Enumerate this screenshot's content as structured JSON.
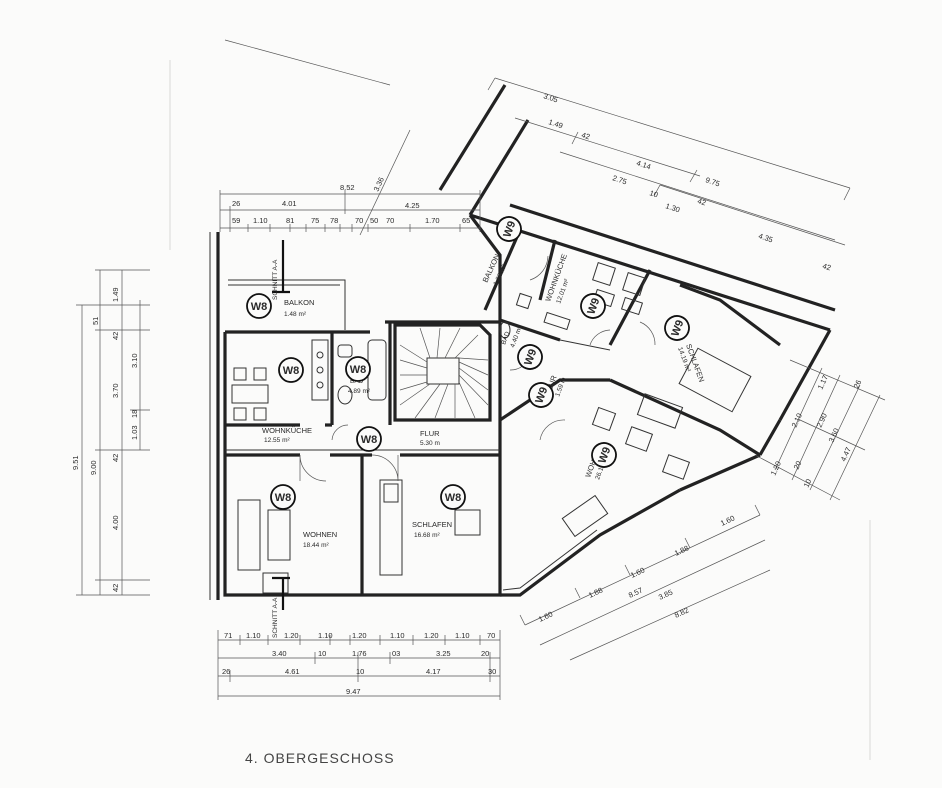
{
  "drawing": {
    "title": "4. OBERGESCHOSS",
    "section_label": "SCHNITT A-A"
  },
  "units": [
    {
      "label": "W8"
    },
    {
      "label": "W9"
    }
  ],
  "rooms_w8": [
    {
      "name": "BALKON",
      "area": "1.48 m²"
    },
    {
      "name": "WOHNKÜCHE",
      "area": "12.55 m²"
    },
    {
      "name": "BAD",
      "area": "4.89 m²"
    },
    {
      "name": "FLUR",
      "area": "5.30 m"
    },
    {
      "name": "WOHNEN",
      "area": "18.44 m²"
    },
    {
      "name": "SCHLAFEN",
      "area": "16.68 m²"
    }
  ],
  "rooms_w9": [
    {
      "name": "BALKON",
      "area": "1.28 m²"
    },
    {
      "name": "WOHNKÜCHE",
      "area": "12.01 m²"
    },
    {
      "name": "BAD",
      "area": "4.40 m²"
    },
    {
      "name": "FLUR",
      "area": "1.59 m"
    },
    {
      "name": "SCHLAFEN",
      "area": "14.19 m²"
    },
    {
      "name": "WOHNEN",
      "area": "26.18 m²"
    }
  ],
  "dims_top": {
    "overall": "8.52",
    "row1": [
      "26",
      "4.01",
      "4.25"
    ],
    "row2": [
      "59",
      "1.10",
      "81",
      "75",
      "78",
      "70",
      "50",
      "70",
      "1.70",
      "65"
    ],
    "diag": "3.36"
  },
  "dims_bottom": {
    "row1": [
      "71",
      "1.10",
      "1.20",
      "1.10",
      "1.20",
      "1.10",
      "1.20",
      "1.10",
      "70"
    ],
    "row2": [
      "3.40",
      "10",
      "1.76",
      "03",
      "3.25",
      "20"
    ],
    "row3": [
      "26",
      "4.61",
      "10",
      "4.17",
      "30"
    ],
    "overall": "9.47"
  },
  "dims_left": {
    "outer": "9.51",
    "mid": "9.00",
    "segs_a": [
      "1.49",
      "3.70",
      "4.00",
      "42"
    ],
    "segs_b": [
      "51",
      "42",
      "3.10",
      "1.03",
      "18",
      "42"
    ]
  },
  "dims_upper_right": [
    "3.05",
    "1.49",
    "42",
    "4.14",
    "2.75",
    "10",
    "1.30",
    "42",
    "9.75",
    "4.35",
    "42"
  ],
  "dims_right": [
    "26",
    "1.17",
    "2.10",
    "2.90",
    "3.60",
    "4.47",
    "1.20",
    "20",
    "10"
  ],
  "dims_lower_right": [
    "1.60",
    "1.88",
    "1.60",
    "1.88",
    "1.60",
    "8.57",
    "3.85",
    "8.82"
  ]
}
